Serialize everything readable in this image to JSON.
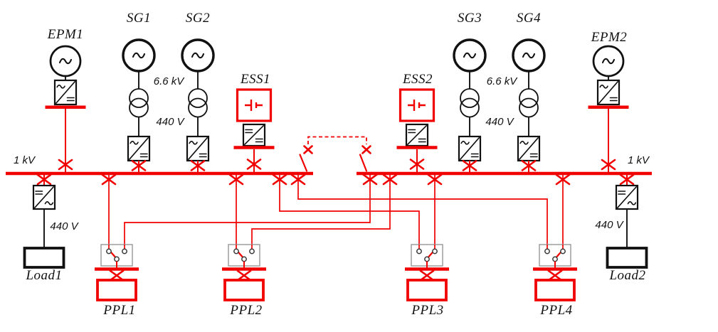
{
  "colors": {
    "red": "#f10000",
    "black": "#111111",
    "switch_gray": "#a3a3a3"
  },
  "labels": {
    "epm1": "EPM1",
    "epm2": "EPM2",
    "sg1": "SG1",
    "sg2": "SG2",
    "sg3": "SG3",
    "sg4": "SG4",
    "ess1": "ESS1",
    "ess2": "ESS2",
    "ppl1": "PPL1",
    "ppl2": "PPL2",
    "ppl3": "PPL3",
    "ppl4": "PPL4",
    "load1": "Load1",
    "load2": "Load2",
    "bus_voltage_left": "1 kV",
    "bus_voltage_right": "1 kV",
    "sg12_primary_voltage": "6.6 kV",
    "sg12_secondary_voltage": "440 V",
    "sg34_primary_voltage": "6.6 kV",
    "sg34_secondary_voltage": "440 V",
    "load1_voltage": "440 V",
    "load2_voltage": "440 V"
  }
}
